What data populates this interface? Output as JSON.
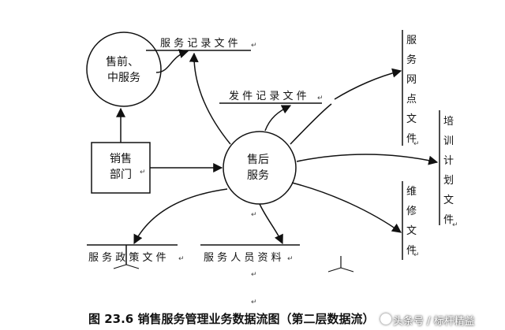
{
  "diagram": {
    "nodes": {
      "presale": [
        "售前、",
        "中服务"
      ],
      "sales_dept": [
        "销售",
        "部门"
      ],
      "aftersale": [
        "售后",
        "服务"
      ]
    },
    "stores": {
      "service_record": "服 务 记 录 文 件",
      "invoice_record": "发 件 记 录 文 件",
      "service_policy": "服 务 政 策 文 件",
      "staff_info": "服 务 人 员 资 料",
      "network_file": "服务网点文件",
      "training_file": "培训计划文件",
      "repair_file": "维修文件"
    },
    "paragraph_mark": "↵"
  },
  "caption": "图 23.6  销售服务管理业务数据流图（第二层数据流）",
  "watermark": "头条号 / 标杆精益"
}
